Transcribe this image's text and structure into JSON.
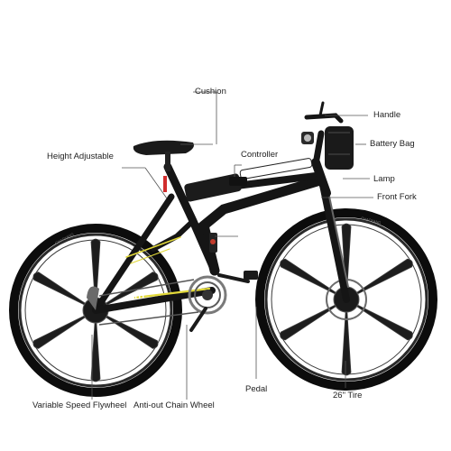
{
  "labels": {
    "cushion": "Cushion",
    "handle": "Handle",
    "height_adjustable": "Height Adjustable",
    "controller": "Controller",
    "battery_bag": "Battery Bag",
    "lamp": "Lamp",
    "front_fork": "Front Fork",
    "pedal": "Pedal",
    "tire": "26\" Tire",
    "flywheel": "Variable Speed Flywheel",
    "chain_wheel": "Anti-out Chain Wheel"
  },
  "tire_brand_text": "CHAOYANG",
  "colors": {
    "frame": "#151515",
    "tire": "#111111",
    "wheel_face": "#1f1f1f",
    "accent": "#e2d93a",
    "leader_line": "#555555",
    "label_text": "#222222"
  }
}
